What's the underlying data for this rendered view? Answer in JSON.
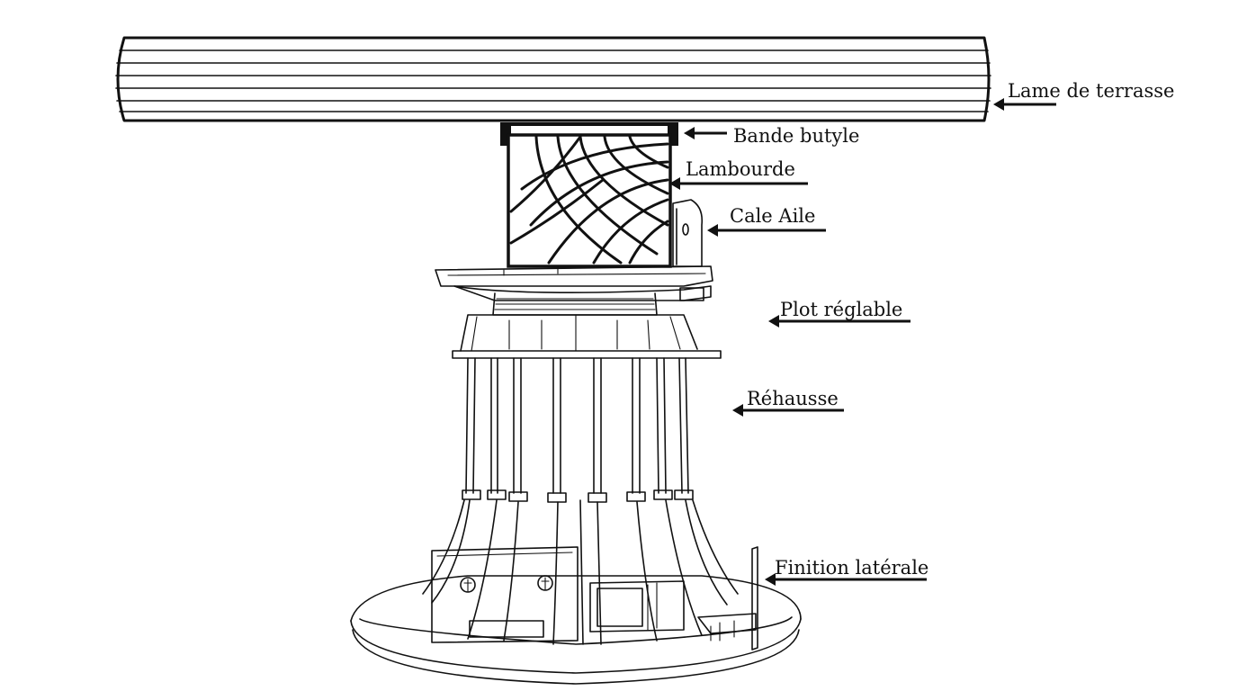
{
  "labels": {
    "lame": "Lame de terrasse",
    "bande": "Bande butyle",
    "lambourde": "Lambourde",
    "cale": "Cale Aile",
    "plot": "Plot réglable",
    "rehausse": "Réhausse",
    "finition": "Finition latérale"
  }
}
